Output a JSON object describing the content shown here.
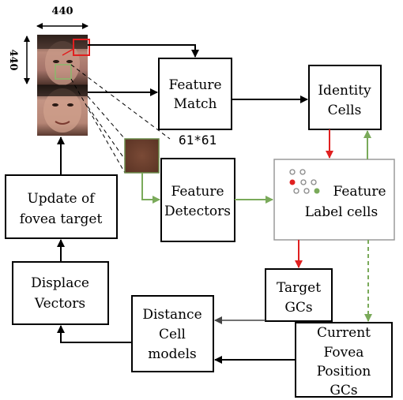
{
  "dimensions": {
    "width_label": "440",
    "height_label": "440"
  },
  "patch_size_label": "61*61",
  "boxes": {
    "feature_match": [
      "Feature",
      "Match"
    ],
    "identity_cells": [
      "Identity",
      "Cells"
    ],
    "feature_detectors": [
      "Feature",
      "Detectors"
    ],
    "feature_label_cells": [
      "Feature",
      "Label cells"
    ],
    "update_fovea": [
      "Update of",
      "fovea target"
    ],
    "displace_vectors": [
      "Displace",
      "Vectors"
    ],
    "target_gcs": [
      "Target",
      "GCs"
    ],
    "distance_cell_models": [
      "Distance",
      "Cell",
      "models"
    ],
    "current_fovea": [
      "Current",
      "Fovea",
      "Position",
      "GCs"
    ]
  },
  "colors": {
    "red_arrow": "#e02020",
    "green_arrow": "#7aaa5a",
    "black_arrow": "#000000",
    "gray_arrow": "#444444",
    "label_panel_border": "#9a9a9a"
  },
  "icons": {
    "face_images": "portrait-photo",
    "patch": "skin-texture-patch"
  }
}
